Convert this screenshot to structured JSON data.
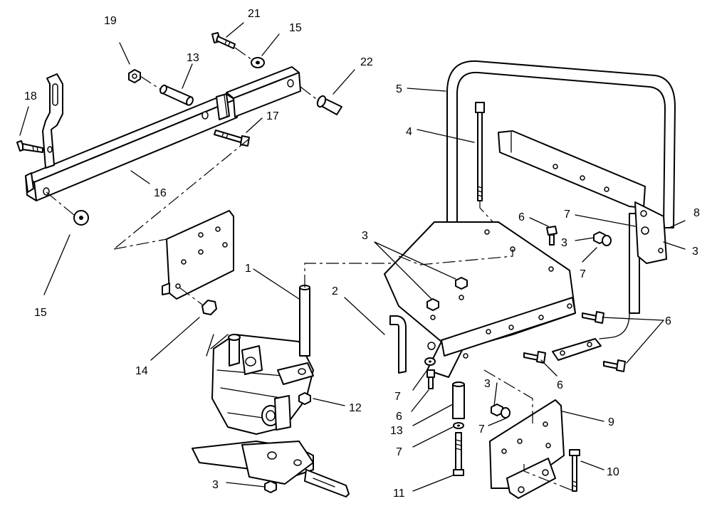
{
  "callouts": [
    {
      "id": "c19",
      "text": "19"
    },
    {
      "id": "c21",
      "text": "21"
    },
    {
      "id": "c15a",
      "text": "15"
    },
    {
      "id": "c13a",
      "text": "13"
    },
    {
      "id": "c22",
      "text": "22"
    },
    {
      "id": "c18",
      "text": "18"
    },
    {
      "id": "c17",
      "text": "17"
    },
    {
      "id": "c16",
      "text": "16"
    },
    {
      "id": "c15b",
      "text": "15"
    },
    {
      "id": "c5",
      "text": "5"
    },
    {
      "id": "c4",
      "text": "4"
    },
    {
      "id": "c8",
      "text": "8"
    },
    {
      "id": "c7a",
      "text": "7"
    },
    {
      "id": "c6a",
      "text": "6"
    },
    {
      "id": "c3a",
      "text": "3"
    },
    {
      "id": "c3b",
      "text": "3"
    },
    {
      "id": "c7b",
      "text": "7"
    },
    {
      "id": "c3c",
      "text": "3"
    },
    {
      "id": "c1",
      "text": "1"
    },
    {
      "id": "c2",
      "text": "2"
    },
    {
      "id": "c6b",
      "text": "6"
    },
    {
      "id": "c14",
      "text": "14"
    },
    {
      "id": "c6c",
      "text": "6"
    },
    {
      "id": "c7c",
      "text": "7"
    },
    {
      "id": "c12",
      "text": "12"
    },
    {
      "id": "c6d",
      "text": "6"
    },
    {
      "id": "c3d",
      "text": "3"
    },
    {
      "id": "c13b",
      "text": "13"
    },
    {
      "id": "c7d",
      "text": "7"
    },
    {
      "id": "c9",
      "text": "9"
    },
    {
      "id": "c7e",
      "text": "7"
    },
    {
      "id": "c10",
      "text": "10"
    },
    {
      "id": "c11",
      "text": "11"
    },
    {
      "id": "c3e",
      "text": "3"
    }
  ]
}
